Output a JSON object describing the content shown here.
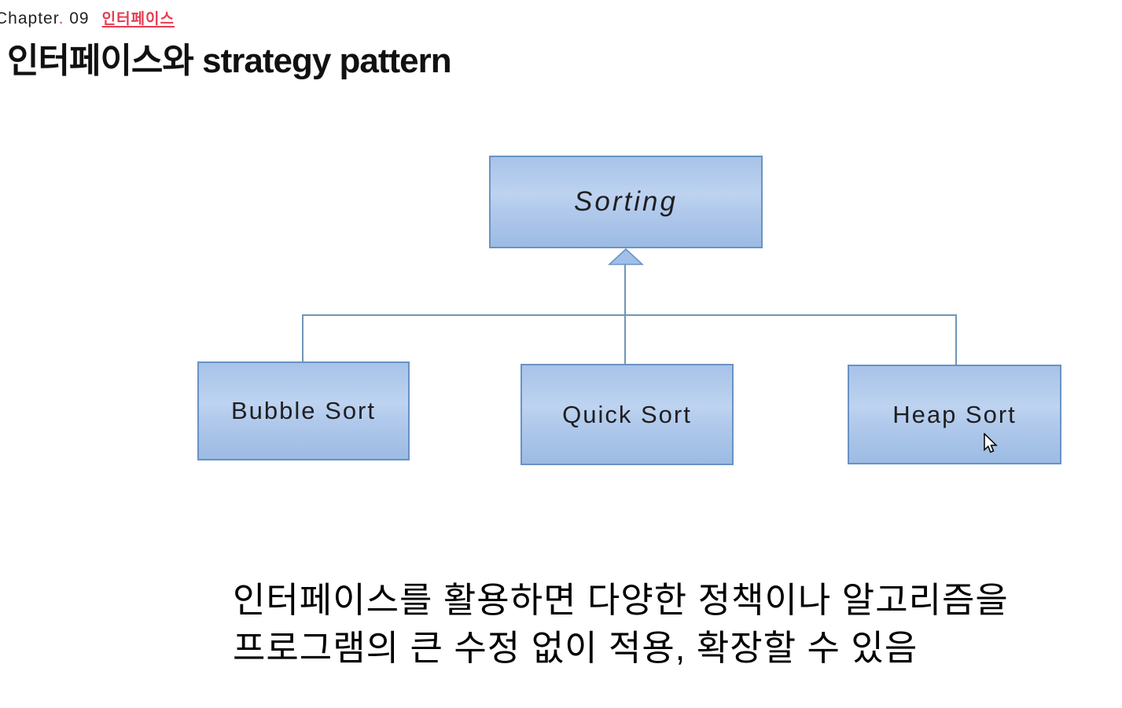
{
  "header": {
    "chapter_word": "Chapter",
    "chapter_dot": ".",
    "chapter_number": "09",
    "chapter_tag": "인터페이스",
    "title": "인터페이스와 strategy pattern"
  },
  "diagram": {
    "parent": {
      "label": "Sorting"
    },
    "children": [
      {
        "label": "Bubble Sort"
      },
      {
        "label": "Quick Sort"
      },
      {
        "label": "Heap Sort"
      }
    ],
    "relation": "inheritance-arrow"
  },
  "note": {
    "line1": "인터페이스를 활용하면 다양한 정책이나 알고리즘을",
    "line2": "프로그램의 큰 수정 없이 적용, 확장할 수 있음"
  },
  "colors": {
    "box_border": "#6a92c4",
    "box_fill": "#aac6ea",
    "connector": "#7195b6",
    "accent_red": "#e63c50",
    "text_dark": "#1b1b1b"
  }
}
